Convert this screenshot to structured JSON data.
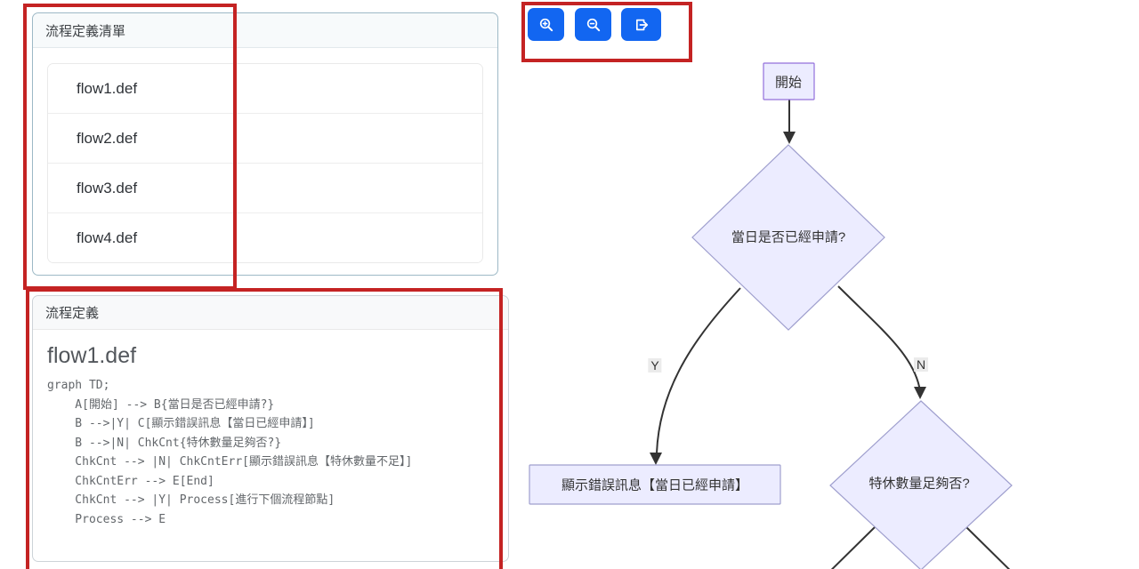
{
  "flow_list_panel": {
    "title": "流程定義清單",
    "items": [
      {
        "label": "flow1.def"
      },
      {
        "label": "flow2.def"
      },
      {
        "label": "flow3.def"
      },
      {
        "label": "flow4.def"
      }
    ]
  },
  "toolbar": {
    "buttons": [
      {
        "icon": "zoom-in"
      },
      {
        "icon": "zoom-out"
      },
      {
        "icon": "export"
      }
    ]
  },
  "definition_panel": {
    "title": "流程定義",
    "file_name": "flow1.def",
    "code": "graph TD;\n    A[開始] --> B{當日是否已經申請?}\n    B -->|Y| C[顯示錯誤訊息【當日已經申請】]\n    B -->|N| ChkCnt{特休數量足夠否?}\n    ChkCnt --> |N| ChkCntErr[顯示錯誤訊息【特休數量不足】]\n    ChkCntErr --> E[End]\n    ChkCnt --> |Y| Process[進行下個流程節點]\n    Process --> E"
  },
  "flowchart": {
    "nodes": {
      "start": "開始",
      "decision1": "當日是否已經申請?",
      "error1": "顯示錯誤訊息【當日已經申請】",
      "decision2": "特休數量足夠否?"
    },
    "edge_labels": {
      "yes": "Y",
      "no": "N"
    }
  },
  "colors": {
    "annotation_red": "#c42323",
    "button_blue": "#1266f1",
    "node_fill": "#ececff",
    "node_border": "#9370db",
    "edge_stroke": "#333333",
    "panel1_border": "#9db9c6"
  }
}
